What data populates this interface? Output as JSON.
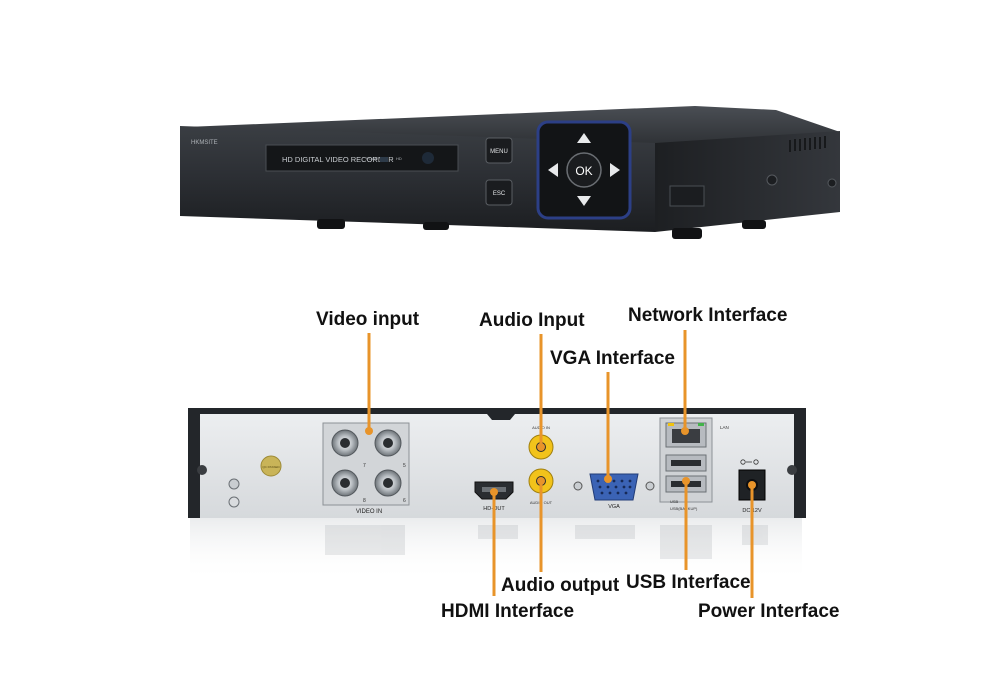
{
  "front_panel": {
    "brand": "HKMSITE",
    "display_label": "HD DIGITAL VIDEO RECORDER",
    "power_label": "POWER",
    "hdd_label": "HD",
    "menu_button": "MENU",
    "esc_button": "ESC",
    "ok_button": "OK"
  },
  "rear_panel": {
    "port_numbers": [
      "7",
      "5",
      "8",
      "6"
    ],
    "video_in_label": "VIDEO IN",
    "audio_in_label": "AUDIO IN",
    "audio_out_label": "AUDIO OUT",
    "hdmi_label": "HD-OUT",
    "vga_label": "VGA",
    "lan_label": "LAN",
    "usb_label": "USB",
    "usb_backup_label": "USB(BACKUP)",
    "dc_label": "DC 12V",
    "qc_label": "QC PASSED"
  },
  "callouts": {
    "video_input": "Video input",
    "audio_input": "Audio Input",
    "network_interface": "Network Interface",
    "vga_interface": "VGA Interface",
    "audio_output": "Audio output",
    "usb_interface": "USB Interface",
    "hdmi_interface": "HDMI Interface",
    "power_interface": "Power Interface"
  },
  "colors": {
    "leader_line": "#e8942a",
    "device_body": "#2a2d31",
    "rear_plate": "#e4e6e8",
    "rca_yellow": "#f2c31b",
    "vga_blue": "#3b63b5",
    "nav_ring": "#2c3f86"
  }
}
